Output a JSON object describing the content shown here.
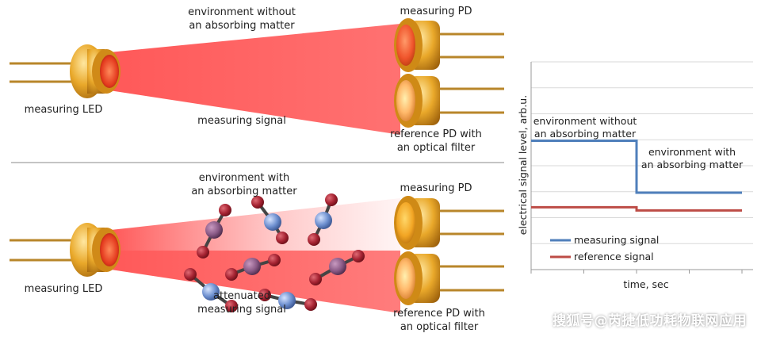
{
  "top_panel": {
    "environment_label": "environment without\nan absorbing matter",
    "pd_label": "measuring PD",
    "led_label": "measuring LED",
    "signal_label": "measuring signal",
    "ref_label": "reference PD with\nan optical filter"
  },
  "bottom_panel": {
    "environment_label": "environment with\nan absorbing matter",
    "pd_label": "measuring PD",
    "led_label": "measuring LED",
    "signal_label": "attenuated\nmeasuring signal",
    "ref_label": "reference PD with\nan optical filter"
  },
  "chart": {
    "ylabel": "electrical signal level, arb.u.",
    "xlabel": "time, sec",
    "annotation_before": "environment without\nan absorbing matter",
    "annotation_after": "environment with\nan absorbing matter",
    "legend": [
      {
        "label": "measuring signal",
        "color": "#4f7fbb"
      },
      {
        "label": "reference signal",
        "color": "#bd4c46"
      }
    ]
  },
  "chart_data": {
    "type": "line",
    "xlabel": "time, sec",
    "ylabel": "electrical signal level, arb.u.",
    "series": [
      {
        "name": "measuring signal",
        "x": [
          0,
          0.5,
          0.5,
          1.0
        ],
        "y": [
          0.62,
          0.62,
          0.37,
          0.37
        ],
        "color": "#4f7fbb"
      },
      {
        "name": "reference signal",
        "x": [
          0,
          0.5,
          0.5,
          1.0
        ],
        "y": [
          0.3,
          0.3,
          0.285,
          0.285
        ],
        "color": "#bd4c46"
      }
    ],
    "ylim": [
      0,
      1
    ],
    "xlim": [
      0,
      1
    ],
    "grid": true,
    "legend_position": "bottom-left"
  },
  "watermark": "搜狐号@芮捷低功耗物联网应用",
  "colors": {
    "beam": "#ff6464",
    "gold": "#e7a021",
    "lead": "#b8862a",
    "molecule_red": "#a52332",
    "molecule_blue": "#6d8fcf",
    "molecule_purple": "#8a5a86"
  }
}
